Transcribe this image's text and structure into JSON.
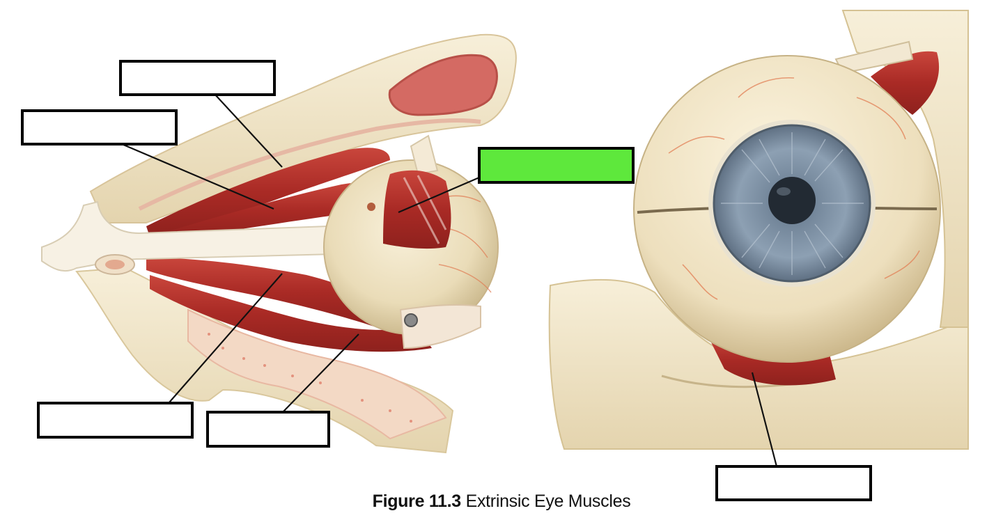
{
  "figure": {
    "caption_number": "Figure 11.3",
    "caption_text": "Extrinsic Eye Muscles"
  },
  "label_boxes": [
    {
      "id": "box-top-left-upper",
      "text": "",
      "highlighted": false
    },
    {
      "id": "box-top-left-lower",
      "text": "",
      "highlighted": false
    },
    {
      "id": "box-center-green",
      "text": "",
      "highlighted": true
    },
    {
      "id": "box-bottom-left",
      "text": "",
      "highlighted": false
    },
    {
      "id": "box-bottom-middle",
      "text": "",
      "highlighted": false
    },
    {
      "id": "box-bottom-right",
      "text": "",
      "highlighted": false
    }
  ],
  "colors": {
    "highlight": "#5ee83c",
    "muscle": "#b8322c",
    "bone": "#f1e6c8",
    "iris": "#7e93a8"
  }
}
